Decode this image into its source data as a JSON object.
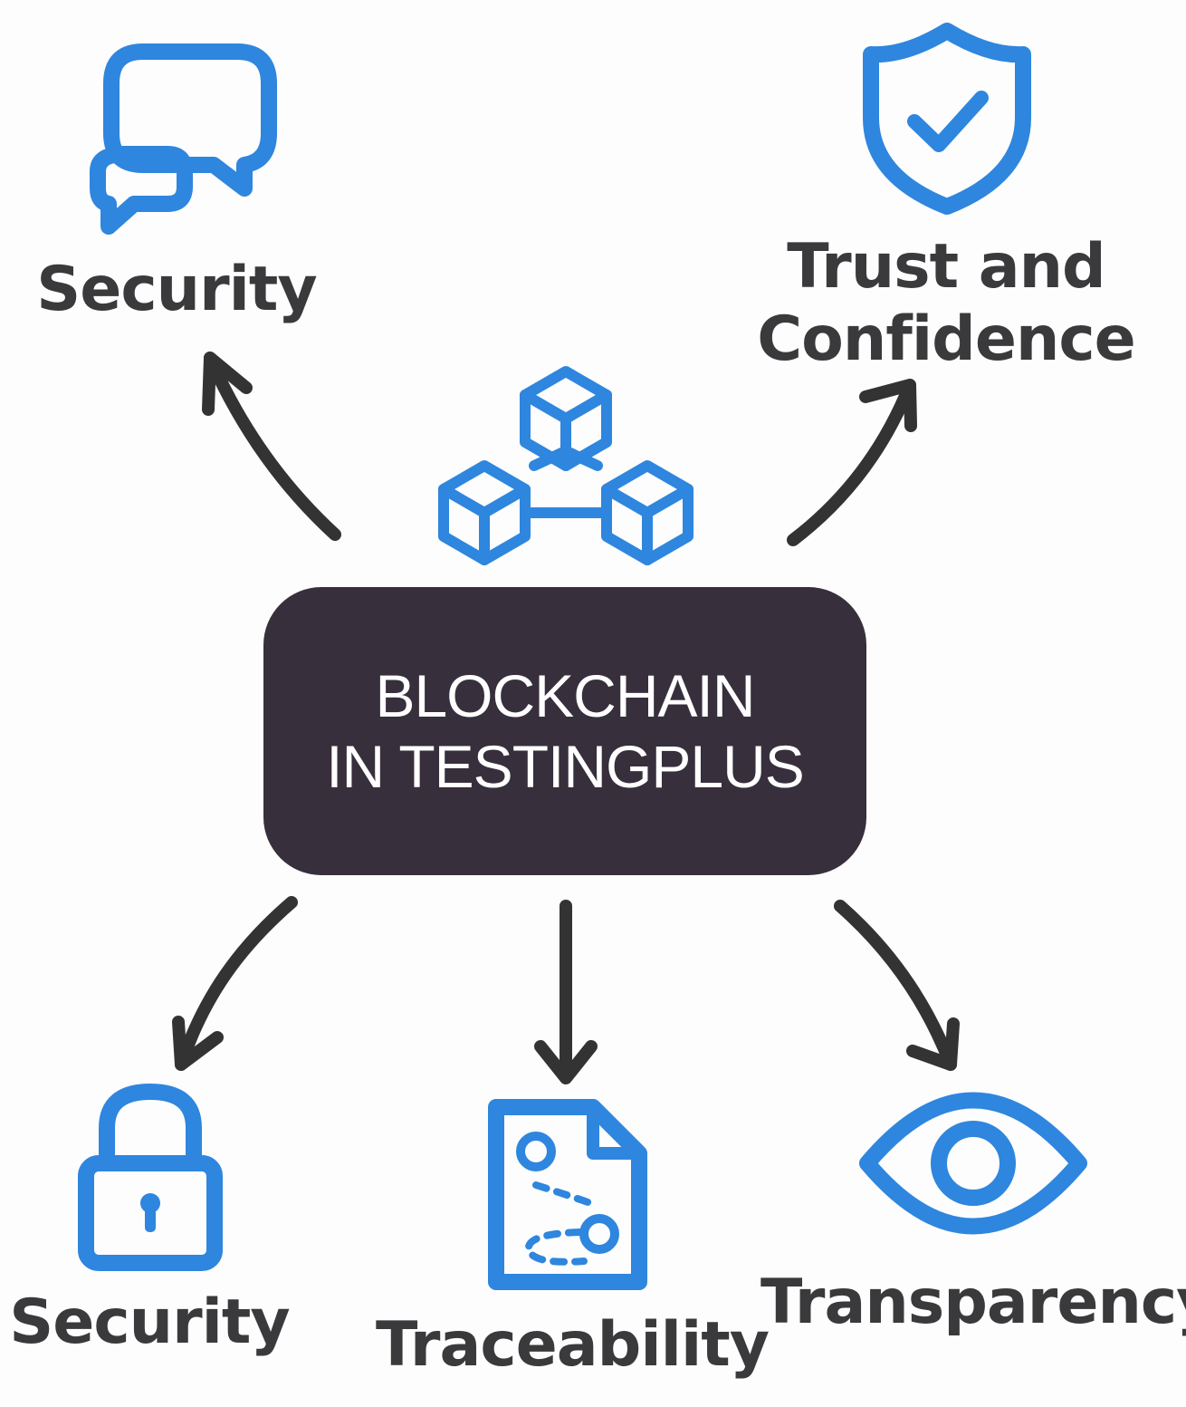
{
  "center": {
    "line1": "BLOCKCHAIN",
    "line2": "IN TESTINGPLUS",
    "icon": "blockchain-cubes-icon"
  },
  "nodes": [
    {
      "id": "top-left",
      "label": "Security",
      "icon": "chat-bubbles-icon"
    },
    {
      "id": "top-right",
      "label_line1": "Trust and",
      "label_line2": "Confidence",
      "icon": "shield-check-icon"
    },
    {
      "id": "bottom-left",
      "label": "Security",
      "icon": "padlock-icon"
    },
    {
      "id": "bottom-center",
      "label": "Traceability",
      "icon": "document-trace-icon"
    },
    {
      "id": "bottom-right",
      "label": "Transparency",
      "icon": "eye-icon"
    }
  ],
  "colors": {
    "icon_blue": "#2e86de",
    "hub_background": "#372f3c",
    "text_dark": "#3a3a3c",
    "arrow": "#333333",
    "background": "#fdfdfd"
  }
}
